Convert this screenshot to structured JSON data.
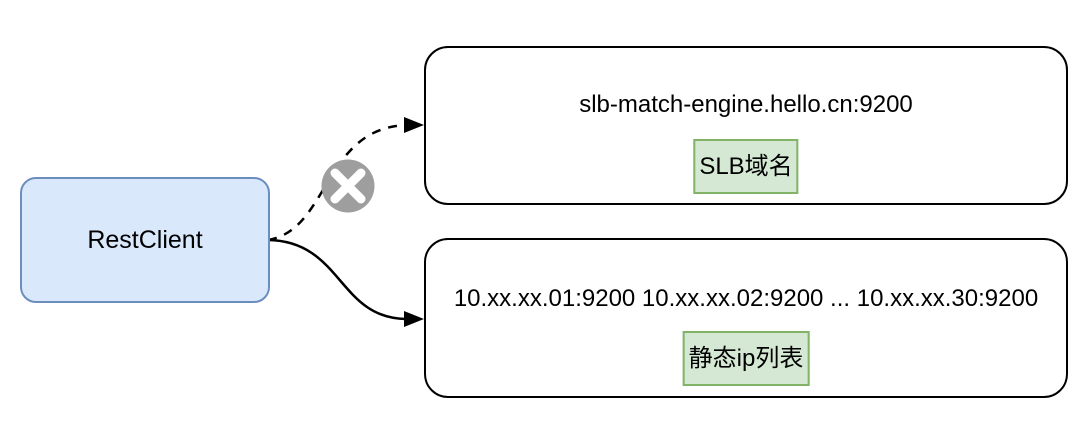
{
  "diagram": {
    "client": {
      "label": "RestClient"
    },
    "slb_node": {
      "address": "slb-match-engine.hello.cn:9200",
      "tag": "SLB域名"
    },
    "ip_node": {
      "address": "10.xx.xx.01:9200 10.xx.xx.02:9200 ... 10.xx.xx.30:9200",
      "tag": "静态ip列表"
    },
    "icons": {
      "blocked_cross": "cross-in-circle"
    },
    "colors": {
      "client_fill": "#dae8fc",
      "client_border": "#6c8ebf",
      "tag_fill": "#d5e8d4",
      "tag_border": "#82b366",
      "node_border": "#000000",
      "arrow": "#000000",
      "cross_fill": "#9e9e9e",
      "cross_glyph": "#ffffff"
    }
  }
}
